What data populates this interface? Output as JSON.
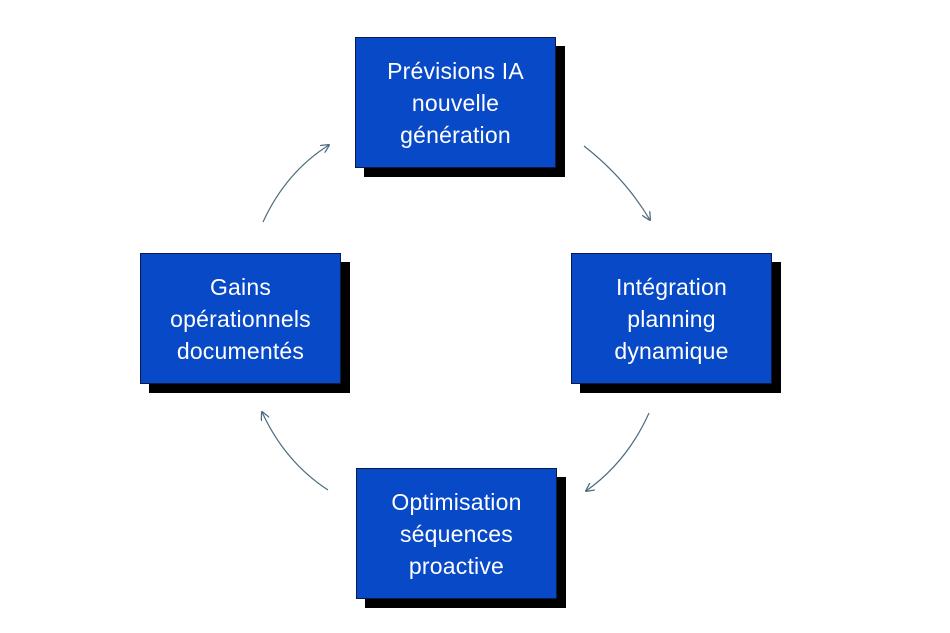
{
  "diagram": {
    "type": "cycle",
    "node_color": "#0849c8",
    "border_color": "#0b1a4a",
    "shadow_color": "#000000",
    "arrow_color": "#4d6b7c",
    "nodes": [
      {
        "id": "top",
        "label": "Prévisions IA\nnouvelle\ngénération"
      },
      {
        "id": "right",
        "label": "Intégration\nplanning\ndynamique"
      },
      {
        "id": "bottom",
        "label": "Optimisation\nséquences\nproactive"
      },
      {
        "id": "left",
        "label": "Gains\nopérationnels\ndocumentés"
      }
    ],
    "edges": [
      {
        "from": "top",
        "to": "right"
      },
      {
        "from": "right",
        "to": "bottom"
      },
      {
        "from": "bottom",
        "to": "left"
      },
      {
        "from": "left",
        "to": "top"
      }
    ]
  }
}
